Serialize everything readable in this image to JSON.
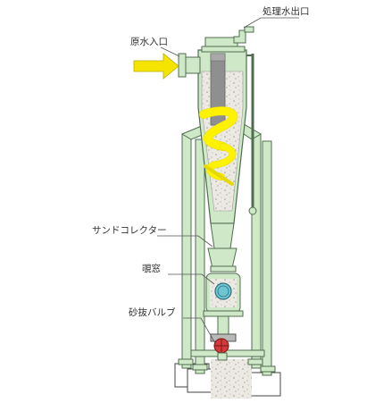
{
  "labels": {
    "treated_water_outlet": "処理水出口",
    "raw_water_inlet": "原水入口",
    "sand_collector": "サンドコレクター",
    "sight_window": "覗窓",
    "drain_valve": "砂抜バルブ"
  },
  "colors": {
    "frame_green": "#cfe8c8",
    "frame_outline": "#4f6e4f",
    "inlet_arrow": "#f4e400",
    "vortex_yellow": "#fff200",
    "sand_fill": "#ece9e3",
    "center_core": "#8f8f8f",
    "valve_red": "#d53a3a",
    "window_blue": "#6ec6d3"
  },
  "icons": {
    "inlet_arrow": "arrow-right-icon",
    "vortex": "spiral-vortex",
    "valve": "valve-wheel-icon"
  }
}
